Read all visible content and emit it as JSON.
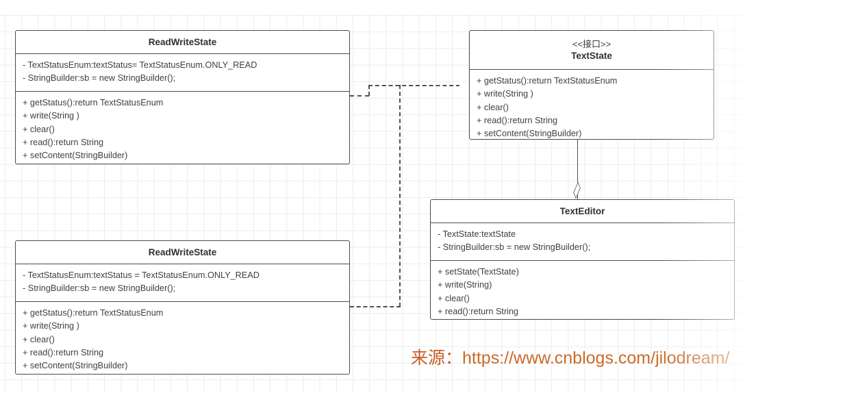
{
  "diagram": {
    "type": "uml-class-diagram",
    "boxes": [
      {
        "id": "read-write-state-top",
        "stereotype": "",
        "name": "ReadWriteState",
        "attributes": [
          "- TextStatusEnum:textStatus= TextStatusEnum.ONLY_READ",
          "- StringBuilder:sb = new StringBuilder();"
        ],
        "methods": [
          "+ getStatus():return TextStatusEnum",
          "+ write(String )",
          "+ clear()",
          "+ read():return String",
          "+ setContent(StringBuilder)"
        ]
      },
      {
        "id": "text-state-interface",
        "stereotype": "<<接口>>",
        "name": "TextState",
        "attributes": [],
        "methods": [
          "+ getStatus():return TextStatusEnum",
          "+ write(String )",
          "+ clear()",
          "+ read():return String",
          "+ setContent(StringBuilder)"
        ]
      },
      {
        "id": "text-editor",
        "stereotype": "",
        "name": "TextEditor",
        "attributes": [
          "- TextState:textState",
          "- StringBuilder:sb = new StringBuilder();"
        ],
        "methods": [
          "+ setState(TextState)",
          "+ write(String)",
          "+ clear()",
          "+ read():return String"
        ]
      },
      {
        "id": "read-write-state-bottom",
        "stereotype": "",
        "name": "ReadWriteState",
        "attributes": [
          "- TextStatusEnum:textStatus = TextStatusEnum.ONLY_READ",
          "- StringBuilder:sb = new StringBuilder();"
        ],
        "methods": [
          "+ getStatus():return TextStatusEnum",
          "+ write(String )",
          "+ clear()",
          "+ read():return String",
          "+ setContent(StringBuilder)"
        ]
      }
    ],
    "relationships": [
      {
        "id": "realization-top",
        "kind": "realization",
        "style": "dashed",
        "arrowhead": "hollow-triangle",
        "from": "read-write-state-top",
        "to": "text-state-interface"
      },
      {
        "id": "realization-bottom",
        "kind": "realization",
        "style": "dashed",
        "arrowhead": "hollow-triangle",
        "from": "read-write-state-bottom",
        "to": "text-state-interface"
      },
      {
        "id": "aggregation-editor-state",
        "kind": "aggregation",
        "style": "solid",
        "arrowhead": "hollow-diamond",
        "from": "text-editor",
        "to": "text-state-interface"
      }
    ]
  },
  "watermark": {
    "label": "来源：",
    "url": "https://www.cnblogs.com/jilodream/",
    "color": "#cb6a28"
  },
  "colors": {
    "box_border": "#464b52",
    "connector": "#4b5058",
    "grid_line": "#ececed",
    "text": "#3f3f3f",
    "heading_text": "#2f2f2f",
    "background": "#ffffff"
  }
}
